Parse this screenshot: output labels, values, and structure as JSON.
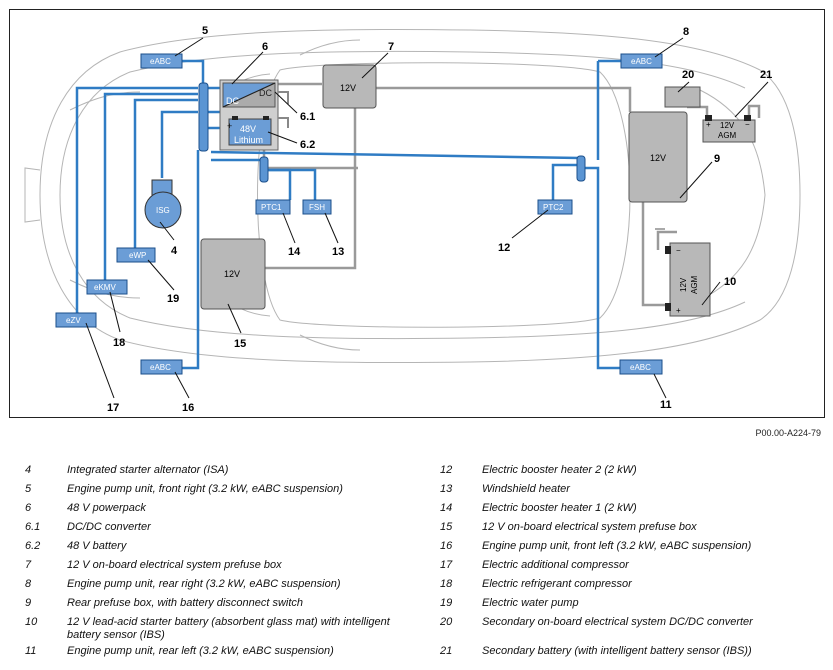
{
  "components": {
    "eabc_fr": "eABC",
    "eabc_rr": "eABC",
    "eabc_fl": "eABC",
    "eabc_rl": "eABC",
    "dc_left": "DC",
    "dc_right": "DC",
    "battery_48v_line1": "48V",
    "battery_48v_line2": "Lithium",
    "prefuse_front": "12V",
    "prefuse_rear": "12V",
    "prefuse_small": "12V",
    "agm_secondary_line1": "12V",
    "agm_secondary_line2": "AGM",
    "agm_starter_line1": "12V",
    "agm_starter_line2": "AGM",
    "isg": "ISG",
    "ptc1": "PTC1",
    "ptc2": "PTC2",
    "fsh": "FSH",
    "ewp": "eWP",
    "ekmv": "eKMV",
    "ezv": "eZV",
    "plus": "+",
    "minus": "−"
  },
  "callouts": {
    "c4": "4",
    "c5": "5",
    "c6": "6",
    "c61": "6.1",
    "c62": "6.2",
    "c7": "7",
    "c8": "8",
    "c9": "9",
    "c10": "10",
    "c11": "11",
    "c12": "12",
    "c13": "13",
    "c14": "14",
    "c15": "15",
    "c16": "16",
    "c17": "17",
    "c18": "18",
    "c19": "19",
    "c20": "20",
    "c21": "21"
  },
  "reference_code": "P00.00-A224-79",
  "legend_left": [
    {
      "num": "4",
      "text": "Integrated starter alternator (ISA)"
    },
    {
      "num": "5",
      "text": "Engine pump unit, front right (3.2 kW, eABC suspension)"
    },
    {
      "num": "6",
      "text": "48 V powerpack"
    },
    {
      "num": "6.1",
      "text": "DC/DC converter"
    },
    {
      "num": "6.2",
      "text": "48 V battery"
    },
    {
      "num": "7",
      "text": "12 V on-board electrical system prefuse box"
    },
    {
      "num": "8",
      "text": "Engine pump unit, rear right (3.2 kW, eABC suspension)"
    },
    {
      "num": "9",
      "text": "Rear prefuse box, with battery disconnect switch"
    },
    {
      "num": "10",
      "text": "12 V lead-acid starter battery (absorbent glass mat) with intelligent battery sensor (IBS)"
    },
    {
      "num": "11",
      "text": "Engine pump unit, rear left (3.2 kW, eABC suspension)"
    }
  ],
  "legend_right": [
    {
      "num": "12",
      "text": "Electric booster heater 2 (2 kW)"
    },
    {
      "num": "13",
      "text": "Windshield heater"
    },
    {
      "num": "14",
      "text": "Electric booster heater 1 (2 kW)"
    },
    {
      "num": "15",
      "text": "12 V on-board electrical system prefuse box"
    },
    {
      "num": "16",
      "text": "Engine pump unit, front left (3.2 kW, eABC suspension)"
    },
    {
      "num": "17",
      "text": "Electric additional compressor"
    },
    {
      "num": "18",
      "text": "Electric refrigerant compressor"
    },
    {
      "num": "19",
      "text": "Electric water pump"
    },
    {
      "num": "20",
      "text": "Secondary on-board electrical system DC/DC converter"
    },
    {
      "num": "21",
      "text": "Secondary battery (with intelligent battery sensor (IBS))"
    }
  ]
}
